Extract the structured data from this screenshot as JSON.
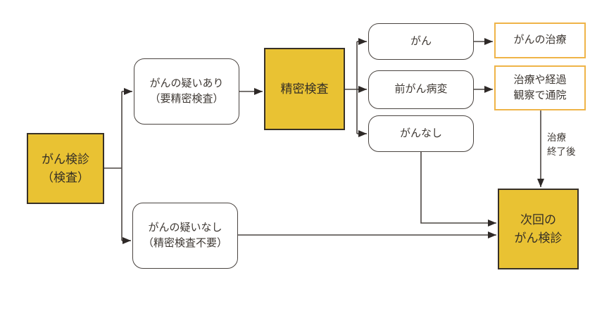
{
  "diagram": {
    "nodes": {
      "screening": {
        "line1": "がん検診",
        "line2": "（検査）"
      },
      "suspicion_yes": {
        "line1": "がんの疑いあり",
        "line2": "（要精密検査）"
      },
      "detailed_exam": {
        "label": "精密検査"
      },
      "cancer": {
        "label": "がん"
      },
      "precancer": {
        "label": "前がん病変"
      },
      "no_cancer": {
        "label": "がんなし"
      },
      "cancer_treatment": {
        "label": "がんの治療"
      },
      "followup": {
        "line1": "治療や経過",
        "line2": "観察で通院"
      },
      "suspicion_no": {
        "line1": "がんの疑いなし",
        "line2": "（精密検査不要）"
      },
      "next_screening": {
        "line1": "次回の",
        "line2": "がん検診"
      }
    },
    "edge_labels": {
      "after_treatment_line1": "治療",
      "after_treatment_line2": "終了後"
    },
    "colors": {
      "highlight_fill": "#e9c233",
      "highlight_border": "#383127",
      "accent_border": "#efb448",
      "node_border": "#4a4440",
      "connector": "#4c4642",
      "arrowhead": "#2e2927",
      "text": "#3e3833",
      "background": "#ffffff"
    }
  }
}
